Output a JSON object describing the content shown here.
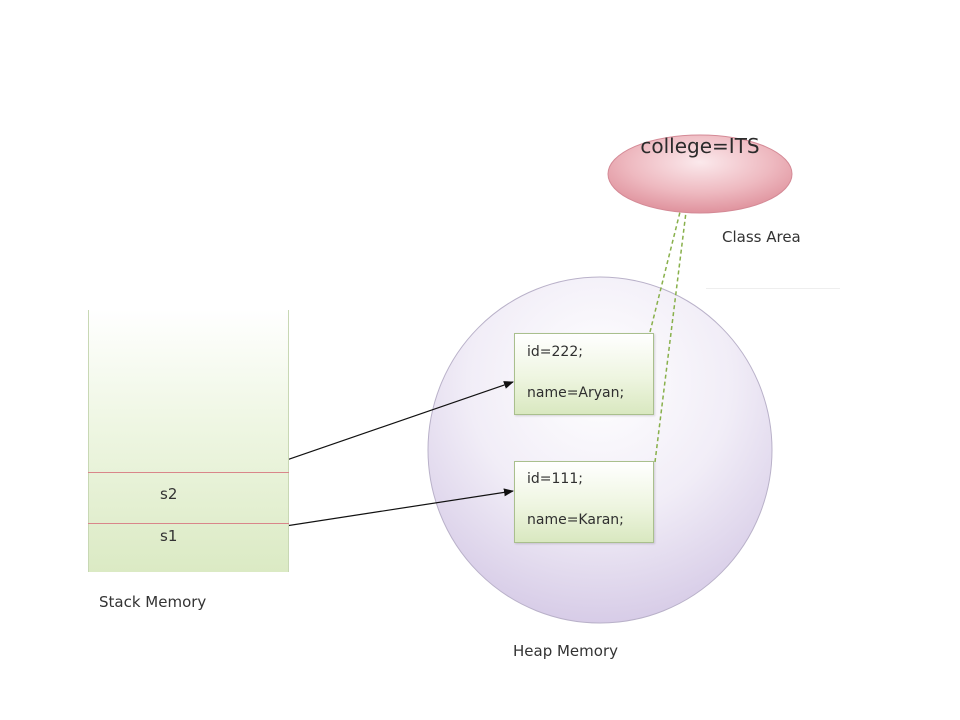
{
  "class_area": {
    "value": "college=ITS",
    "label": "Class Area"
  },
  "stack": {
    "label": "Stack Memory",
    "variables": [
      "s2",
      "s1"
    ]
  },
  "heap": {
    "label": "Heap Memory",
    "objects": [
      {
        "id_text": "id=222;",
        "name_text": "name=Aryan;"
      },
      {
        "id_text": "id=111;",
        "name_text": "name=Karan;"
      }
    ]
  },
  "colors": {
    "class_area_fill": "#e9a4ae",
    "heap_fill": "#dcd2ec",
    "stack_fill": "#e3eed2",
    "reference_line": "#88b04b"
  }
}
